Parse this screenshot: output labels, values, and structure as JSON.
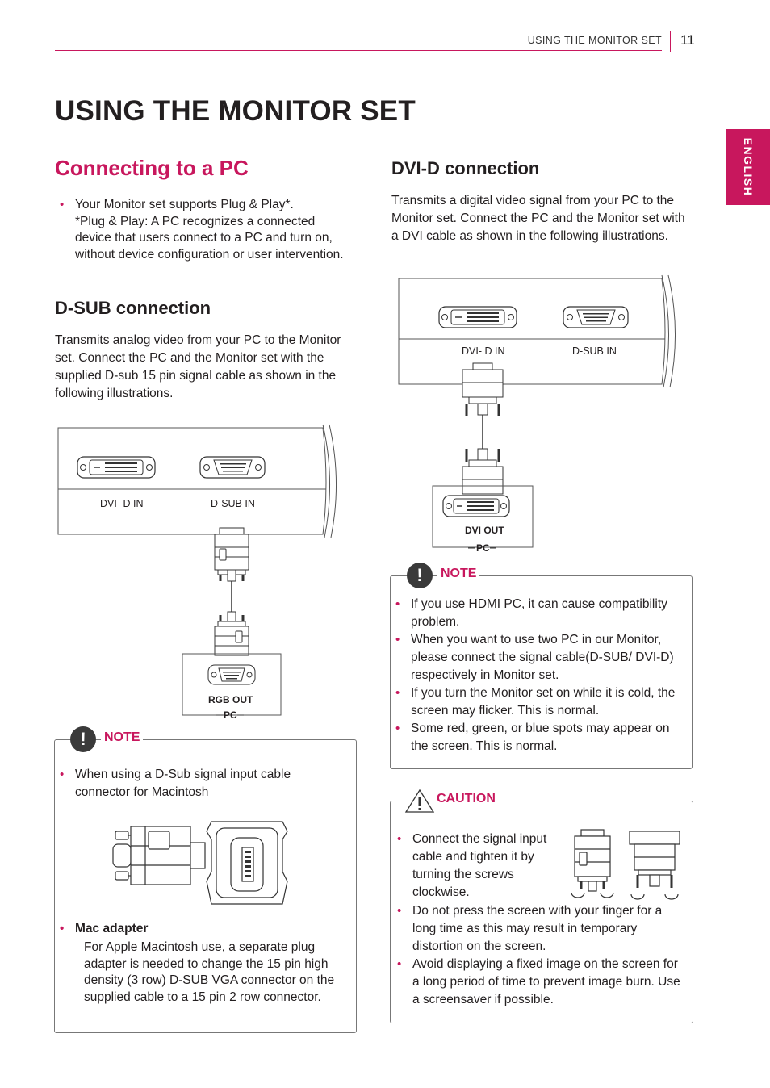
{
  "header": {
    "section": "USING THE MONITOR SET",
    "page": "11"
  },
  "side_tab": "ENGLISH",
  "title": "USING THE MONITOR SET",
  "section_title": "Connecting to a PC",
  "intro": {
    "bullet": "Your Monitor set supports Plug & Play*.",
    "footnote": "*Plug & Play:  A PC recognizes a connected device that users connect to a PC and turn on, without device configuration or user intervention."
  },
  "dsub": {
    "heading": "D-SUB connection",
    "text": "Transmits analog video from your PC to the Monitor set. Connect the PC and the Monitor set with the supplied D-sub 15 pin signal cable as shown in the following illustrations.",
    "labels": {
      "dvi_in": "DVI- D IN",
      "dsub_in": "D-SUB IN",
      "out": "RGB OUT",
      "pc": "PC"
    }
  },
  "dvid": {
    "heading": "DVI-D connection",
    "text": "Transmits a digital video signal from your PC to the Monitor set. Connect the PC and the Monitor set with a DVI cable as shown in the following illustrations.",
    "labels": {
      "dvi_in": "DVI- D IN",
      "dsub_in": "D-SUB IN",
      "out": "DVI OUT",
      "pc": "PC"
    }
  },
  "note_left": {
    "label": "NOTE",
    "icon": "exclamation-icon",
    "bullet1": "When using a D-Sub signal input cable connector for Macintosh",
    "bullet2_title": "Mac adapter",
    "bullet2_text": "For Apple Macintosh use, a separate plug adapter is needed to change the 15 pin high density (3 row) D-SUB VGA connector on the supplied cable to a 15 pin 2 row connector."
  },
  "note_right": {
    "label": "NOTE",
    "icon": "exclamation-icon",
    "items": [
      "If you use HDMI PC, it can cause compatibility problem.",
      "When you want to use two PC in our Monitor, please connect the signal cable(D-SUB/ DVI-D) respectively in Monitor set.",
      "If you turn the Monitor set on while it is cold, the screen may flicker. This  is normal.",
      "Some red, green, or blue spots may appear on the screen. This is normal."
    ]
  },
  "caution": {
    "label": "CAUTION",
    "icon": "warning-triangle-icon",
    "items": [
      "Connect the signal input cable and tighten it by turning the screws clockwise.",
      "Do not press the screen with your finger for  a long time as this may result in temporary distortion on the screen.",
      "Avoid displaying a fixed image on the screen for a long period of time to prevent image burn. Use a screensaver if possible."
    ]
  },
  "colors": {
    "accent": "#c8175d",
    "text": "#231f20"
  }
}
